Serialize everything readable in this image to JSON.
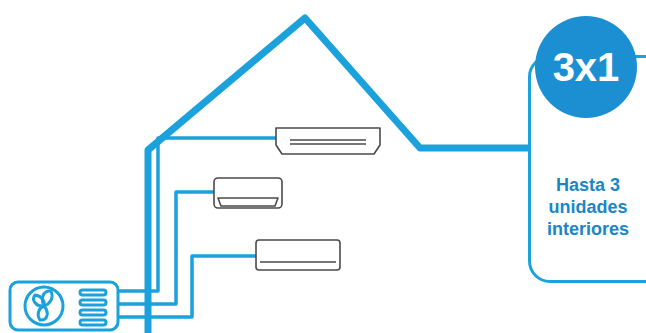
{
  "diagram": {
    "nodes": [
      {
        "text": [
          "Hasta 3 unidades interiores"
        ]
      },
      {
        "text": [
          "3x1"
        ],
        "in": 0
      }
    ]
  }
}
